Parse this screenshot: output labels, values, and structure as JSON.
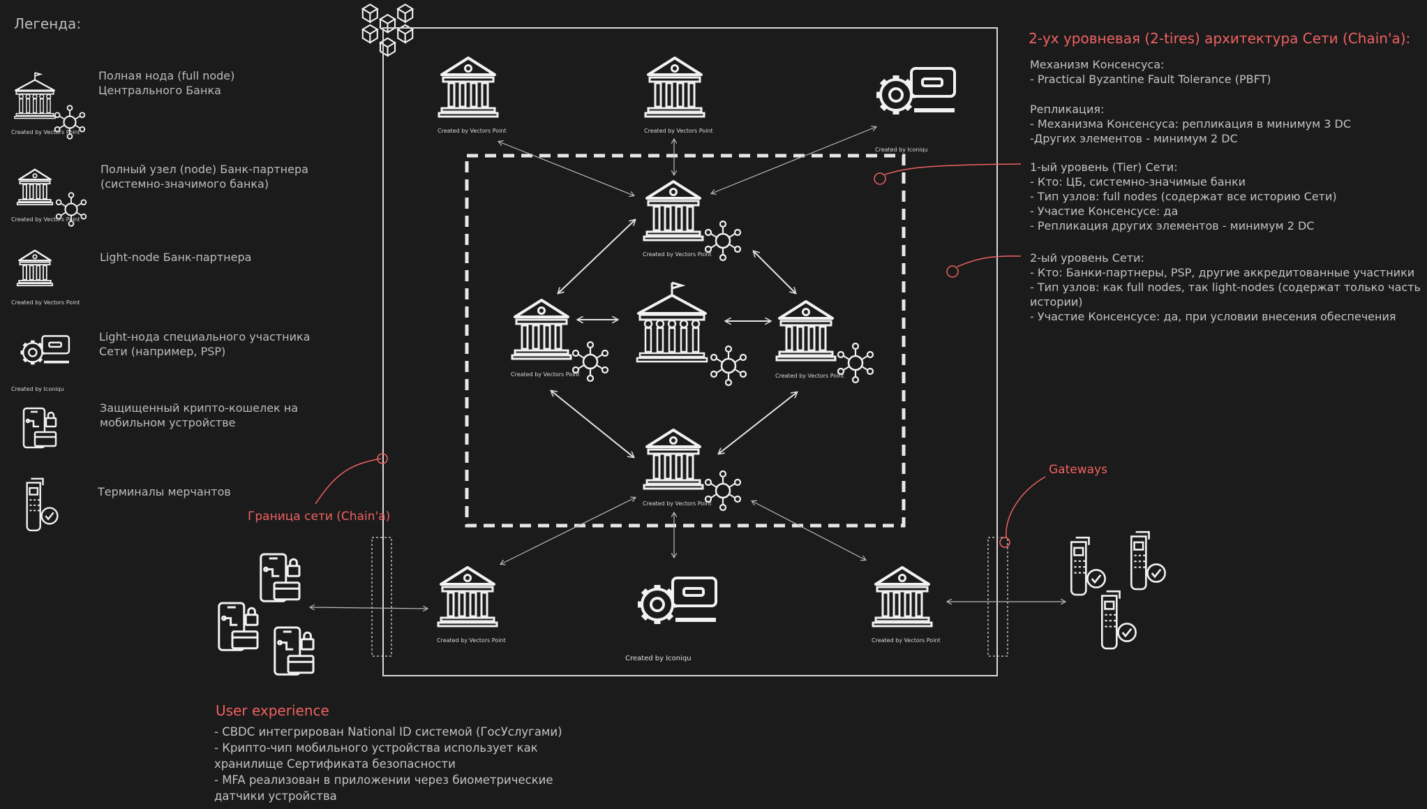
{
  "legend": {
    "title": "Легенда:",
    "items": [
      {
        "icon": "central-bank-full-node-icon",
        "label": "Полная нода (full node)\nЦентрального Банка"
      },
      {
        "icon": "partner-bank-full-node-icon",
        "label": "Полный узел (node) Банк-партнера\n(системно-значимого банка)"
      },
      {
        "icon": "partner-bank-light-node-icon",
        "label": "Light-node Банк-партнера"
      },
      {
        "icon": "special-participant-light-node-icon",
        "label": "Light-нода специального участника\nСети (например, PSP)"
      },
      {
        "icon": "mobile-crypto-wallet-icon",
        "label": "Защищенный крипто-кошелек на\nмобильном устройстве"
      },
      {
        "icon": "merchant-terminal-icon",
        "label": "Терминалы мерчантов"
      }
    ]
  },
  "credits": {
    "vectors_point": "Created by Vectors Point",
    "iconiqu": "Created by Iconiqu"
  },
  "labels": {
    "network_border": "Граница сети (Chain'a)",
    "gateways": "Gateways"
  },
  "architecture": {
    "title": "2-ух уровневая (2-tires) архитектура Сети (Chain'a):",
    "consensus": "Механизм Консенсуса:\n- Practical Byzantine Fault Tolerance (PBFT)",
    "replication": "Репликация:\n- Механизма Консенсуса: репликация в минимум 3 DC\n-Других элементов - минимум 2 DC",
    "tier1": "1-ый уровень (Tier) Сети:\n- Кто: ЦБ, системно-значимые банки\n- Тип узлов: full nodes (содержат все историю Сети)\n- Участие Консенсусе: да\n- Репликация других элементов - минимум 2 DC",
    "tier2": "2-ый уровень Сети:\n- Кто: Банки-партнеры, PSP, другие аккредитованные участники\n- Тип узлов: как full nodes, так light-nodes (содержат только часть истории)\n- Участие Консенсусе: да, при условии внесения обеспечения"
  },
  "user_experience": {
    "title": "User experience",
    "items": "- CBDC интегрирован National ID системой (ГосУслугами)\n- Крипто-чип мобильного устройства использует как\n   хранилище Сертификата безопасности\n- MFA реализован в приложении через биометрические\n   датчики устройства"
  },
  "colors": {
    "background": "#1b1b1b",
    "line": "#d9d9d9",
    "accent_red": "#f06262",
    "text": "#c4c4c4"
  }
}
